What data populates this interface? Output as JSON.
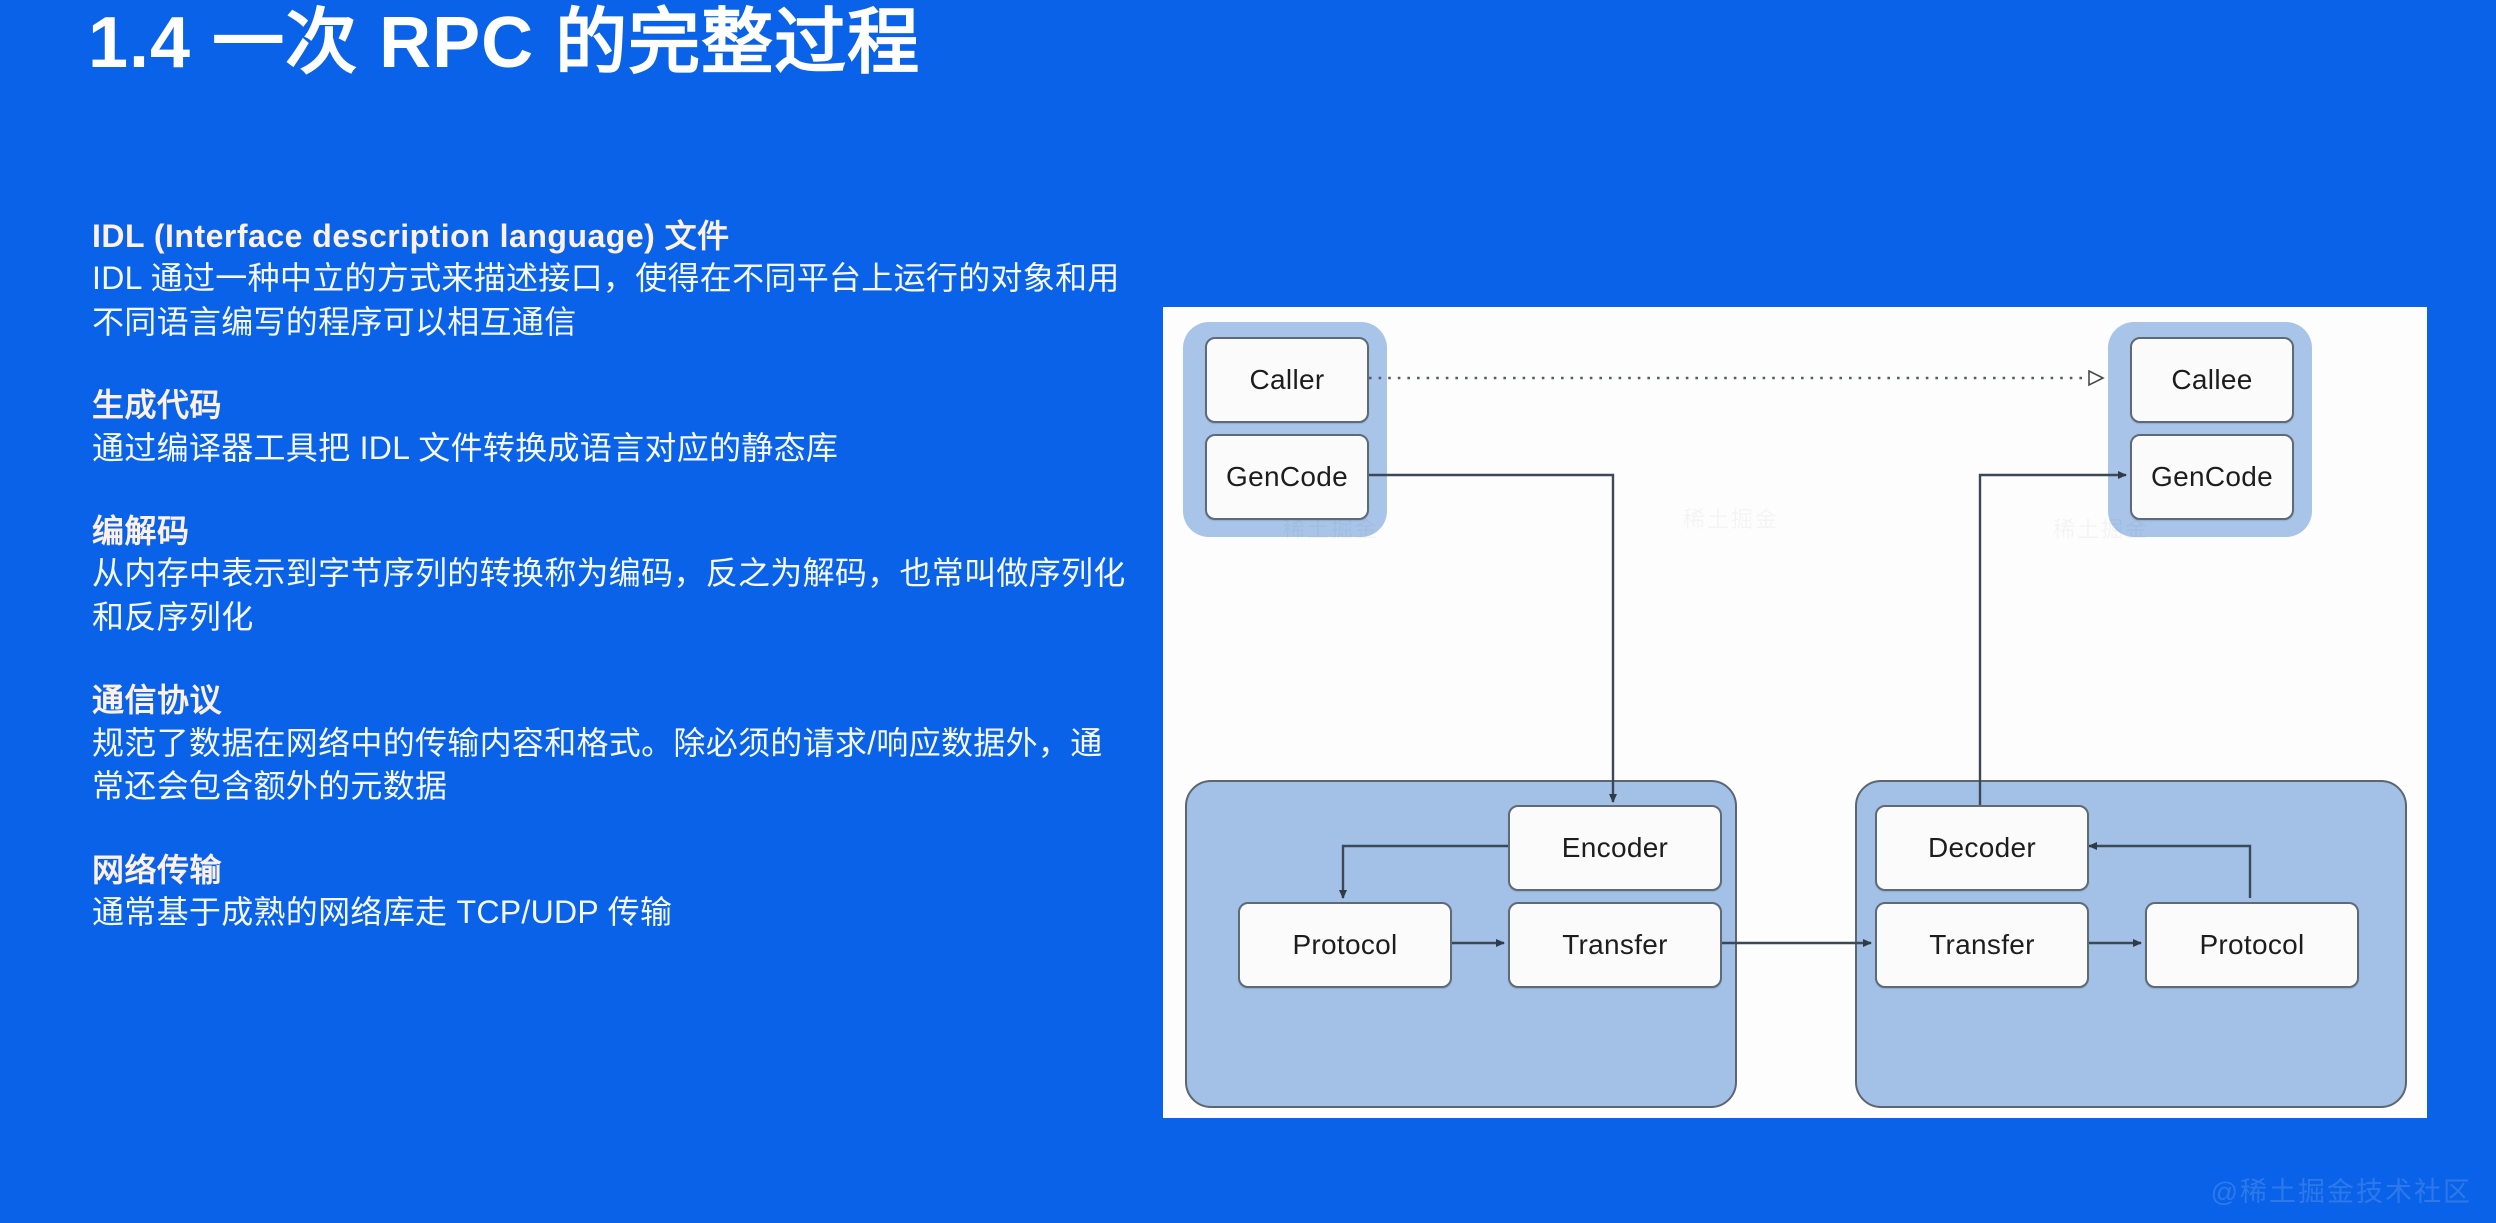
{
  "slide": {
    "title": "1.4 一次 RPC 的完整过程",
    "background_color": "#0a62e8",
    "heading_color": "#fdf0e4",
    "body_color": "#f4f8ff"
  },
  "bullets": [
    {
      "heading": "IDL (Interface description language) 文件",
      "body": "IDL 通过一种中立的方式来描述接口，使得在不同平台上运行的对象和用不同语言编写的程序可以相互通信"
    },
    {
      "heading": "生成代码",
      "body": "通过编译器工具把 IDL 文件转换成语言对应的静态库"
    },
    {
      "heading": "编解码",
      "body": "从内存中表示到字节序列的转换称为编码，反之为解码，也常叫做序列化和反序列化"
    },
    {
      "heading": "通信协议",
      "body": "规范了数据在网络中的传输内容和格式。除必须的请求/响应数据外，通常还会包含额外的元数据"
    },
    {
      "heading": "网络传输",
      "body": "通常基于成熟的网络库走 TCP/UDP 传输"
    }
  ],
  "diagram": {
    "type": "flowchart",
    "canvas_background": "#fdfdfd",
    "group_fill": "#a8c4e8",
    "node_fill": "#fbfbfb",
    "node_border": "#5e6a75",
    "groups": [
      {
        "id": "group-caller",
        "label": "",
        "nodes": [
          "Caller",
          "GenCode"
        ]
      },
      {
        "id": "group-callee",
        "label": "",
        "nodes": [
          "Callee",
          "GenCode"
        ]
      },
      {
        "id": "group-client",
        "label": "",
        "nodes": [
          "Encoder",
          "Protocol",
          "Transfer"
        ]
      },
      {
        "id": "group-server",
        "label": "",
        "nodes": [
          "Decoder",
          "Transfer",
          "Protocol"
        ]
      }
    ],
    "nodes": {
      "caller": "Caller",
      "gencode_left": "GenCode",
      "callee": "Callee",
      "gencode_right": "GenCode",
      "encoder": "Encoder",
      "protocol_left": "Protocol",
      "transfer_left": "Transfer",
      "decoder": "Decoder",
      "transfer_right": "Transfer",
      "protocol_right": "Protocol"
    },
    "edges": [
      {
        "from": "Caller",
        "to": "Callee",
        "style": "dotted",
        "arrow": "hollow-triangle"
      },
      {
        "from": "GenCode",
        "to": "Encoder",
        "style": "solid",
        "arrow": "filled"
      },
      {
        "from": "Encoder",
        "to": "Protocol",
        "style": "solid",
        "arrow": "filled"
      },
      {
        "from": "Protocol",
        "to": "Transfer",
        "style": "solid",
        "arrow": "filled"
      },
      {
        "from": "Transfer",
        "to": "Transfer",
        "style": "solid",
        "arrow": "filled"
      },
      {
        "from": "Transfer",
        "to": "Protocol",
        "style": "solid",
        "arrow": "filled"
      },
      {
        "from": "Protocol",
        "to": "Decoder",
        "style": "solid",
        "arrow": "filled"
      },
      {
        "from": "Decoder",
        "to": "GenCode",
        "style": "solid",
        "arrow": "filled"
      }
    ]
  },
  "watermark": {
    "text": "@稀土掘金技术社区",
    "ghost_text": "稀土掘金"
  }
}
